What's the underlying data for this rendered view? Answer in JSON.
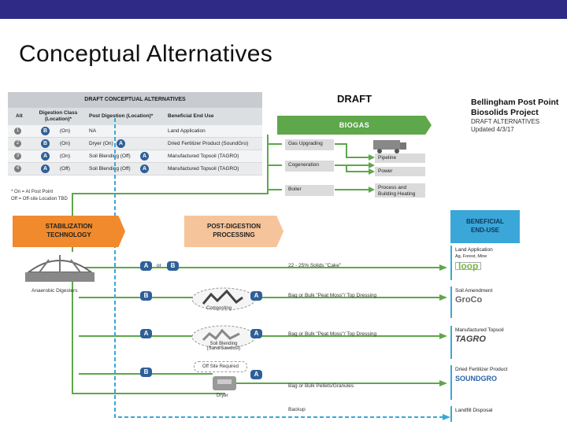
{
  "header": {
    "title": "Conceptual Alternatives",
    "draft": "DRAFT"
  },
  "project": {
    "line1": "Bellingham Post Point",
    "line2": "Biosolids Project",
    "line3": "DRAFT ALTERNATIVES",
    "line4": "Updated 4/3/17"
  },
  "table": {
    "title": "DRAFT CONCEPTUAL ALTERNATIVES",
    "headers": [
      "Alt",
      "Digestion Class (Location)*",
      "Post Digestion (Location)*",
      "Beneficial End Use"
    ],
    "rows": [
      {
        "alt": "1",
        "cls": "B",
        "loc": "(On)",
        "post": "NA",
        "use": "Land Application",
        "post_cls": ""
      },
      {
        "alt": "2",
        "cls": "B",
        "loc": "(On)",
        "post": "Dryer (On)",
        "use": "Dried Fertilizer Product (SoundGro)",
        "post_cls": "A"
      },
      {
        "alt": "3",
        "cls": "A",
        "loc": "(On)",
        "post": "Soil Blending (Off)",
        "use": "Manufactured Topsoil (TAGRO)",
        "post_cls": "A"
      },
      {
        "alt": "4",
        "cls": "A",
        "loc": "(Off)",
        "post": "Soil Blending (Off)",
        "use": "Manufactured Topsoil (TAGRO)",
        "post_cls": "A"
      }
    ],
    "note1": "* On = At Post Point",
    "note2": "Off = Off-site Location TBD"
  },
  "biogas": {
    "label": "BIOGAS",
    "uses": [
      "Gas Upgrading",
      "Cogeneration",
      "Boiler"
    ],
    "outputs": [
      "Pipeline",
      "Power",
      "Process and Building Heating"
    ]
  },
  "stages": {
    "stabilization": [
      "STABILIZATION",
      "TECHNOLOGY"
    ],
    "post_digestion": [
      "POST-DIGESTION",
      "PROCESSING"
    ],
    "beneficial": [
      "BENEFICIAL",
      "END-USE"
    ]
  },
  "digester": "Anaerobic Digesters",
  "flows": {
    "row1": {
      "cls1": "A",
      "or": "or",
      "cls2": "B",
      "text": "22 - 25% Solids \"Cake\""
    },
    "row2": {
      "cls_in": "B",
      "proc": "Composting",
      "cls_out": "A",
      "text": "Bag or Bulk \"Peat Moss\"/ Top Dressing"
    },
    "row3": {
      "cls_in": "A",
      "proc": "Soil Blending (Sand/Sawdust)",
      "cls_out": "A",
      "text": "Bag or Bulk \"Peat Moss\"/ Top Dressing"
    },
    "row4": {
      "cls_in": "B",
      "offsite": "Off Site Required",
      "proc": "Dryer",
      "cls_out": "A",
      "text": "Bag or Bulk Pellets/Granules"
    },
    "backup": "Backup"
  },
  "end_uses": [
    {
      "label": "Land Application",
      "sub": "Ag, Forest, Mine",
      "logo": "loop"
    },
    {
      "label": "Soil Amendment",
      "sub": "",
      "logo": "GroCo"
    },
    {
      "label": "Manufactured Topsoil",
      "sub": "",
      "logo": "TAGRO"
    },
    {
      "label": "Dried Fertilizer Product",
      "sub": "",
      "logo": "SOUNDGRO"
    },
    {
      "label": "Landfill Disposal",
      "sub": "",
      "logo": ""
    }
  ],
  "colors": {
    "banner": "#2e2a86",
    "green": "#5ea74a",
    "orange": "#f08a2d",
    "light_orange": "#f6c49a",
    "blue": "#3aa7d8",
    "class_blue": "#2f5f97"
  }
}
